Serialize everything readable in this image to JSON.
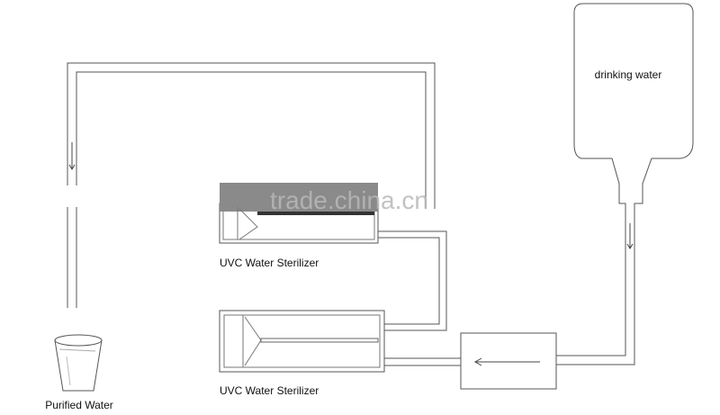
{
  "labels": {
    "drinking_water": "drinking water",
    "sterilizer_top": "UVC Water Sterilizer",
    "sterilizer_bottom": "UVC Water Sterilizer",
    "purified_water": "Purified Water"
  },
  "watermark": "trade.china.cn",
  "colors": {
    "line": "#555555",
    "background": "#ffffff",
    "lamp_dark": "#888888",
    "watermark": "#b0b0b0"
  }
}
